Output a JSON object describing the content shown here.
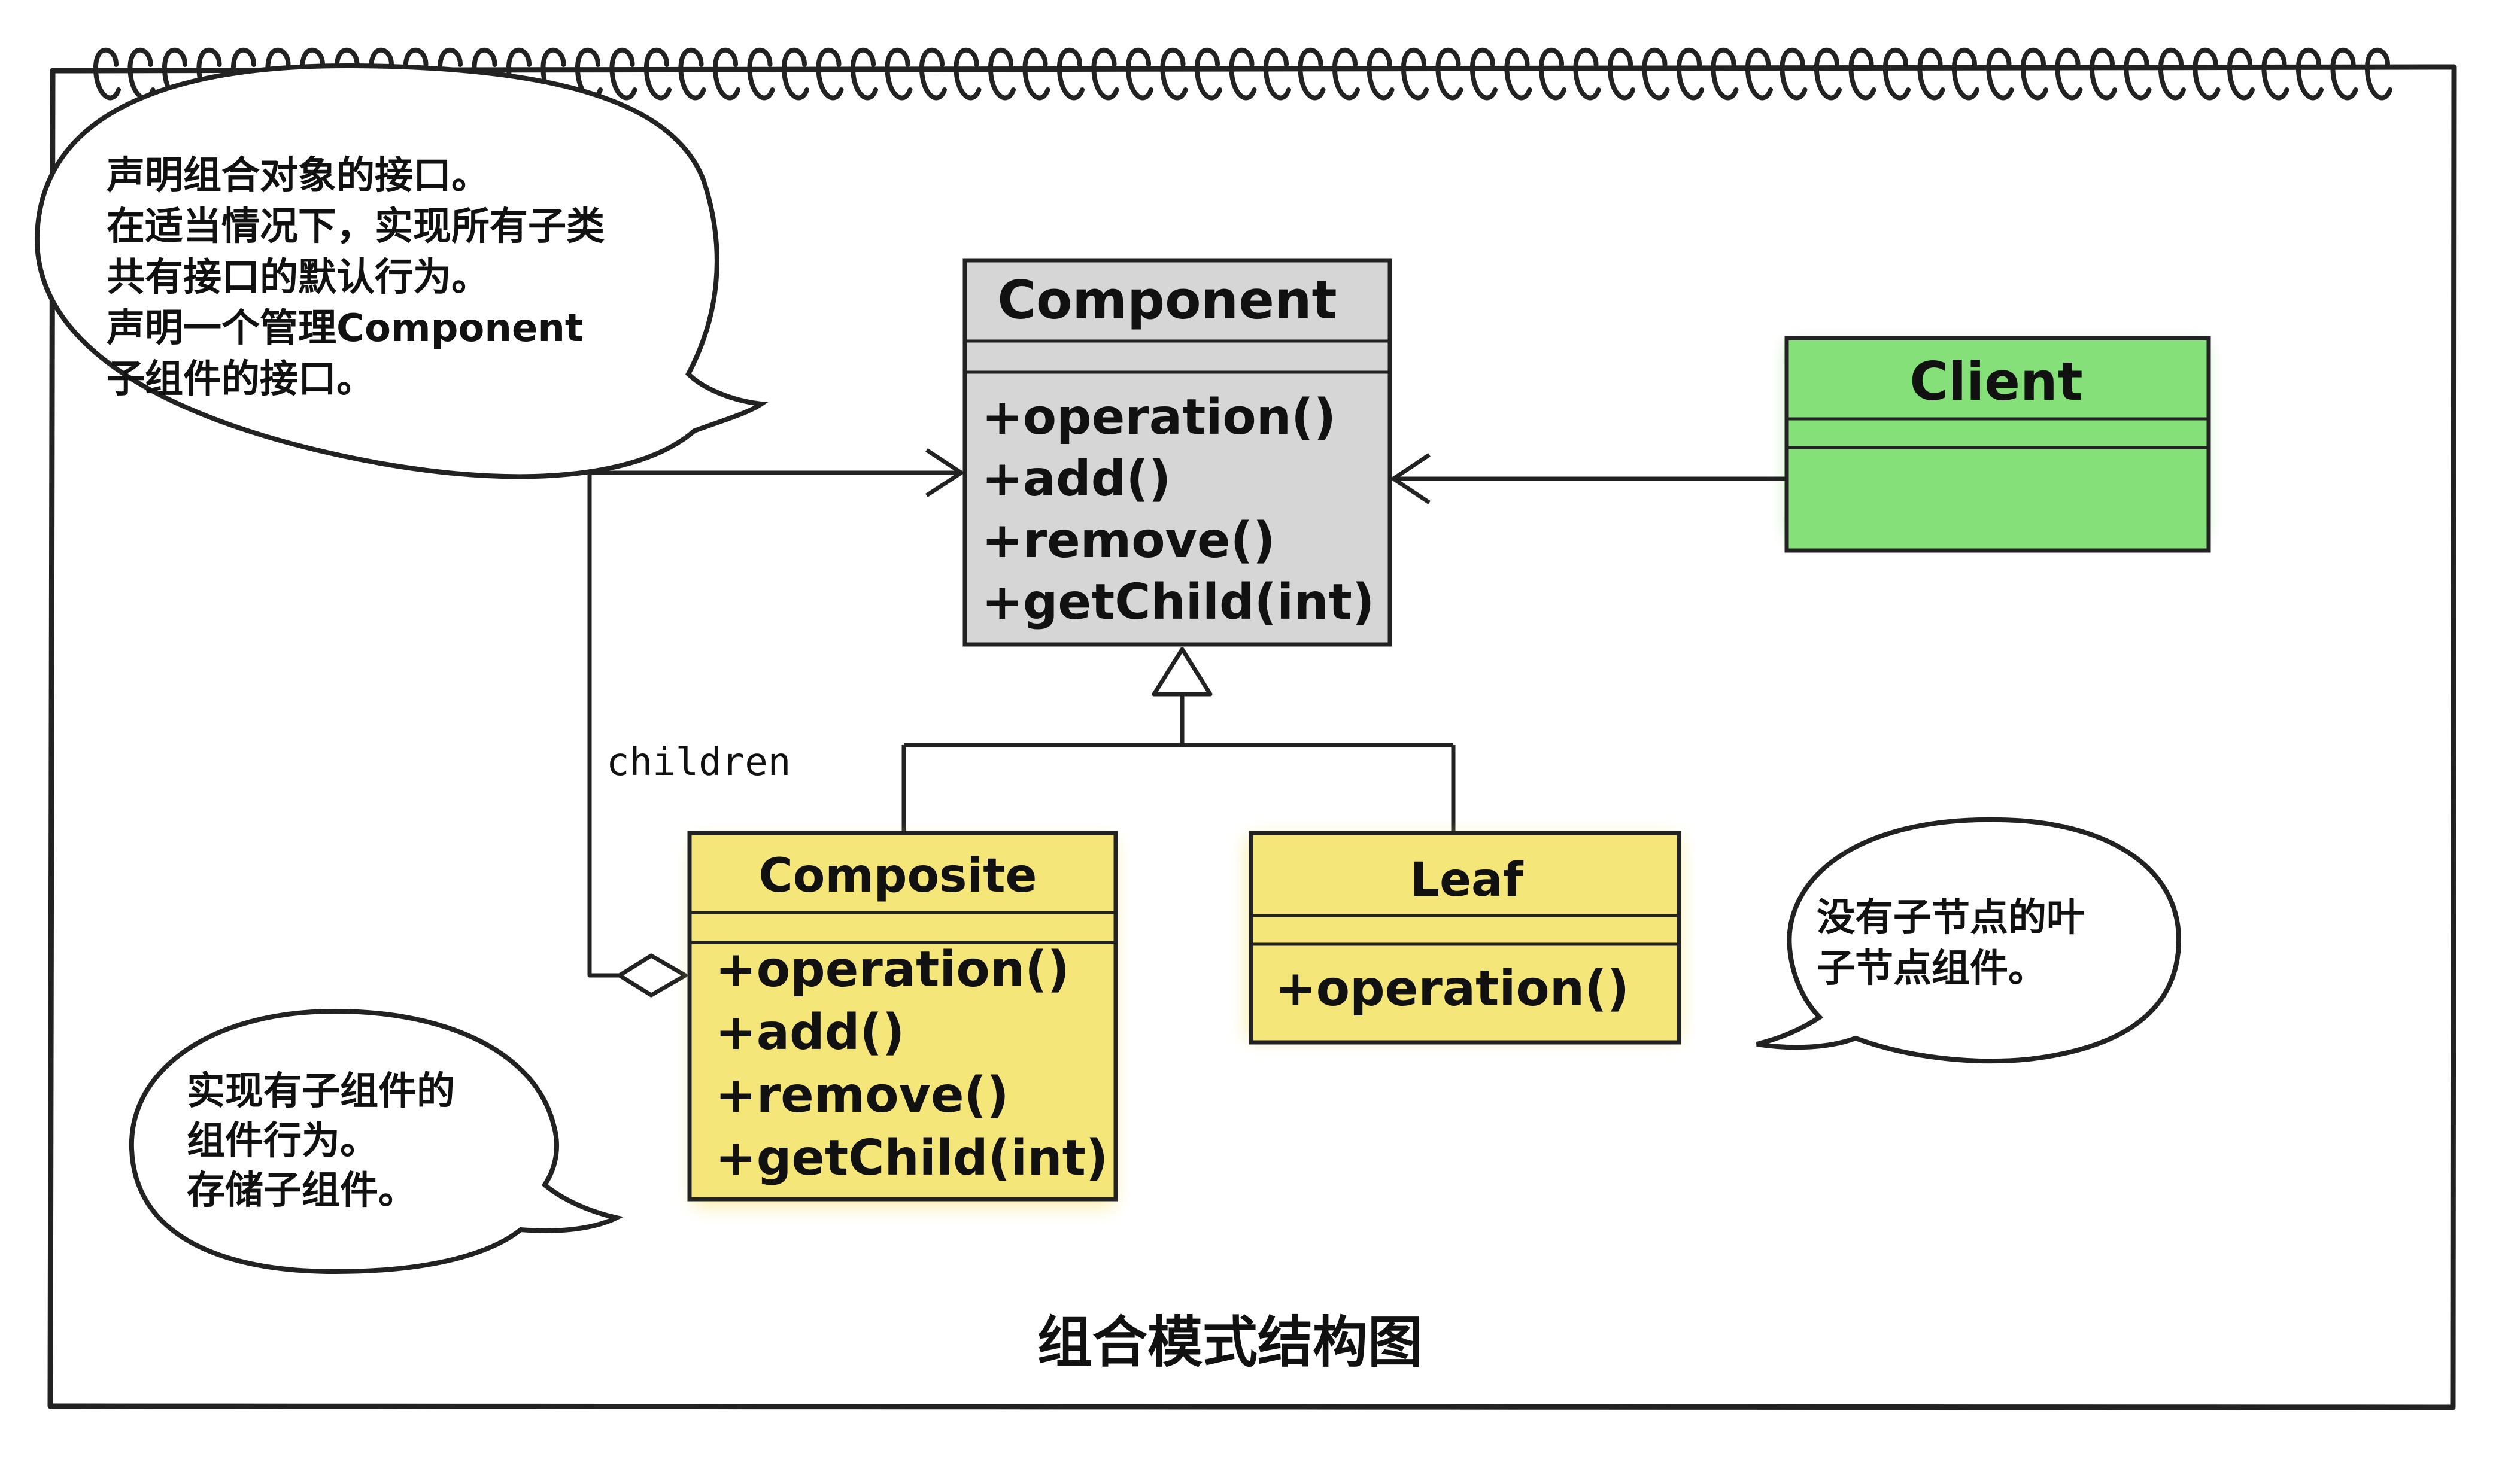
{
  "diagram": {
    "caption": "组合模式结构图",
    "colors": {
      "component_fill": "#d6d6d6",
      "client_fill": "#86e07a",
      "composite_fill": "#f4e678",
      "leaf_fill": "#f4e678",
      "ink": "#222222"
    },
    "classes": {
      "component": {
        "name": "Component",
        "methods": [
          "+operation()",
          "+add()",
          "+remove()",
          "+getChild(int)"
        ]
      },
      "client": {
        "name": "Client"
      },
      "composite": {
        "name": "Composite",
        "methods": [
          "+operation()",
          "+add()",
          "+remove()",
          "+getChild(int)"
        ]
      },
      "leaf": {
        "name": "Leaf",
        "methods": [
          "+operation()"
        ]
      }
    },
    "relations": {
      "children_label": "children"
    },
    "notes": {
      "component_note": [
        "声明组合对象的接口。",
        "在适当情况下，实现所有子类",
        "共有接口的默认行为。",
        "声明一个管理Component",
        "子组件的接口。"
      ],
      "composite_note": [
        "实现有子组件的",
        "组件行为。",
        "存储子组件。"
      ],
      "leaf_note": [
        "没有子节点的叶",
        "子节点组件。"
      ]
    }
  }
}
